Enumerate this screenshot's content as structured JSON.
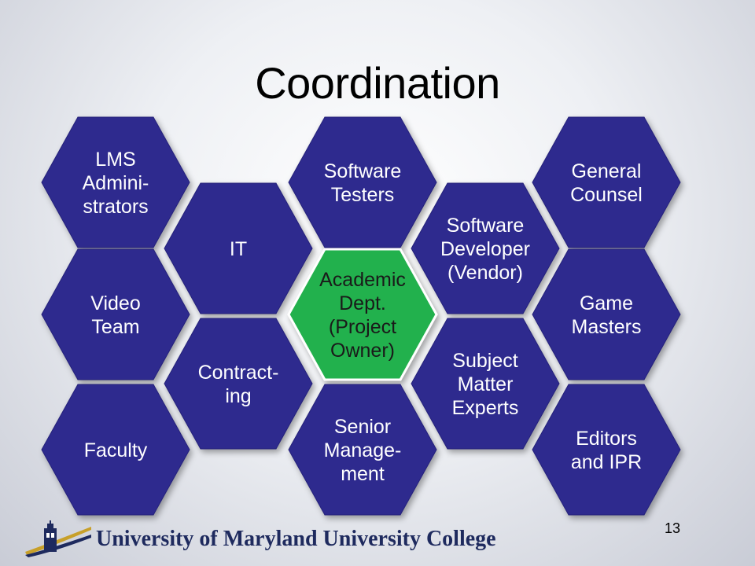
{
  "slide": {
    "title": "Coordination",
    "page_number": "13",
    "institution": "University of Maryland University College"
  },
  "colors": {
    "hex_fill": "#2e2a8e",
    "hex_highlight": "#23b14d",
    "text_light": "#ffffff",
    "text_dark": "#1a1a1a"
  },
  "hexagons": [
    {
      "id": "lms",
      "lines": [
        "LMS",
        "Admini-",
        "strators"
      ],
      "highlight": false
    },
    {
      "id": "video",
      "lines": [
        "Video",
        "Team"
      ],
      "highlight": false
    },
    {
      "id": "faculty",
      "lines": [
        "Faculty"
      ],
      "highlight": false
    },
    {
      "id": "it",
      "lines": [
        "IT"
      ],
      "highlight": false
    },
    {
      "id": "contracting",
      "lines": [
        "Contract-",
        "ing"
      ],
      "highlight": false
    },
    {
      "id": "testers",
      "lines": [
        "Software",
        "Testers"
      ],
      "highlight": false
    },
    {
      "id": "academic",
      "lines": [
        "Academic",
        "Dept.",
        "(Project",
        "Owner)"
      ],
      "highlight": true
    },
    {
      "id": "senior",
      "lines": [
        "Senior",
        "Manage-",
        "ment"
      ],
      "highlight": false
    },
    {
      "id": "developer",
      "lines": [
        "Software",
        "Developer",
        "(Vendor)"
      ],
      "highlight": false
    },
    {
      "id": "sme",
      "lines": [
        "Subject",
        "Matter",
        "Experts"
      ],
      "highlight": false
    },
    {
      "id": "counsel",
      "lines": [
        "General",
        "Counsel"
      ],
      "highlight": false
    },
    {
      "id": "game",
      "lines": [
        "Game",
        "Masters"
      ],
      "highlight": false
    },
    {
      "id": "editors",
      "lines": [
        "Editors",
        "and IPR"
      ],
      "highlight": false
    }
  ]
}
